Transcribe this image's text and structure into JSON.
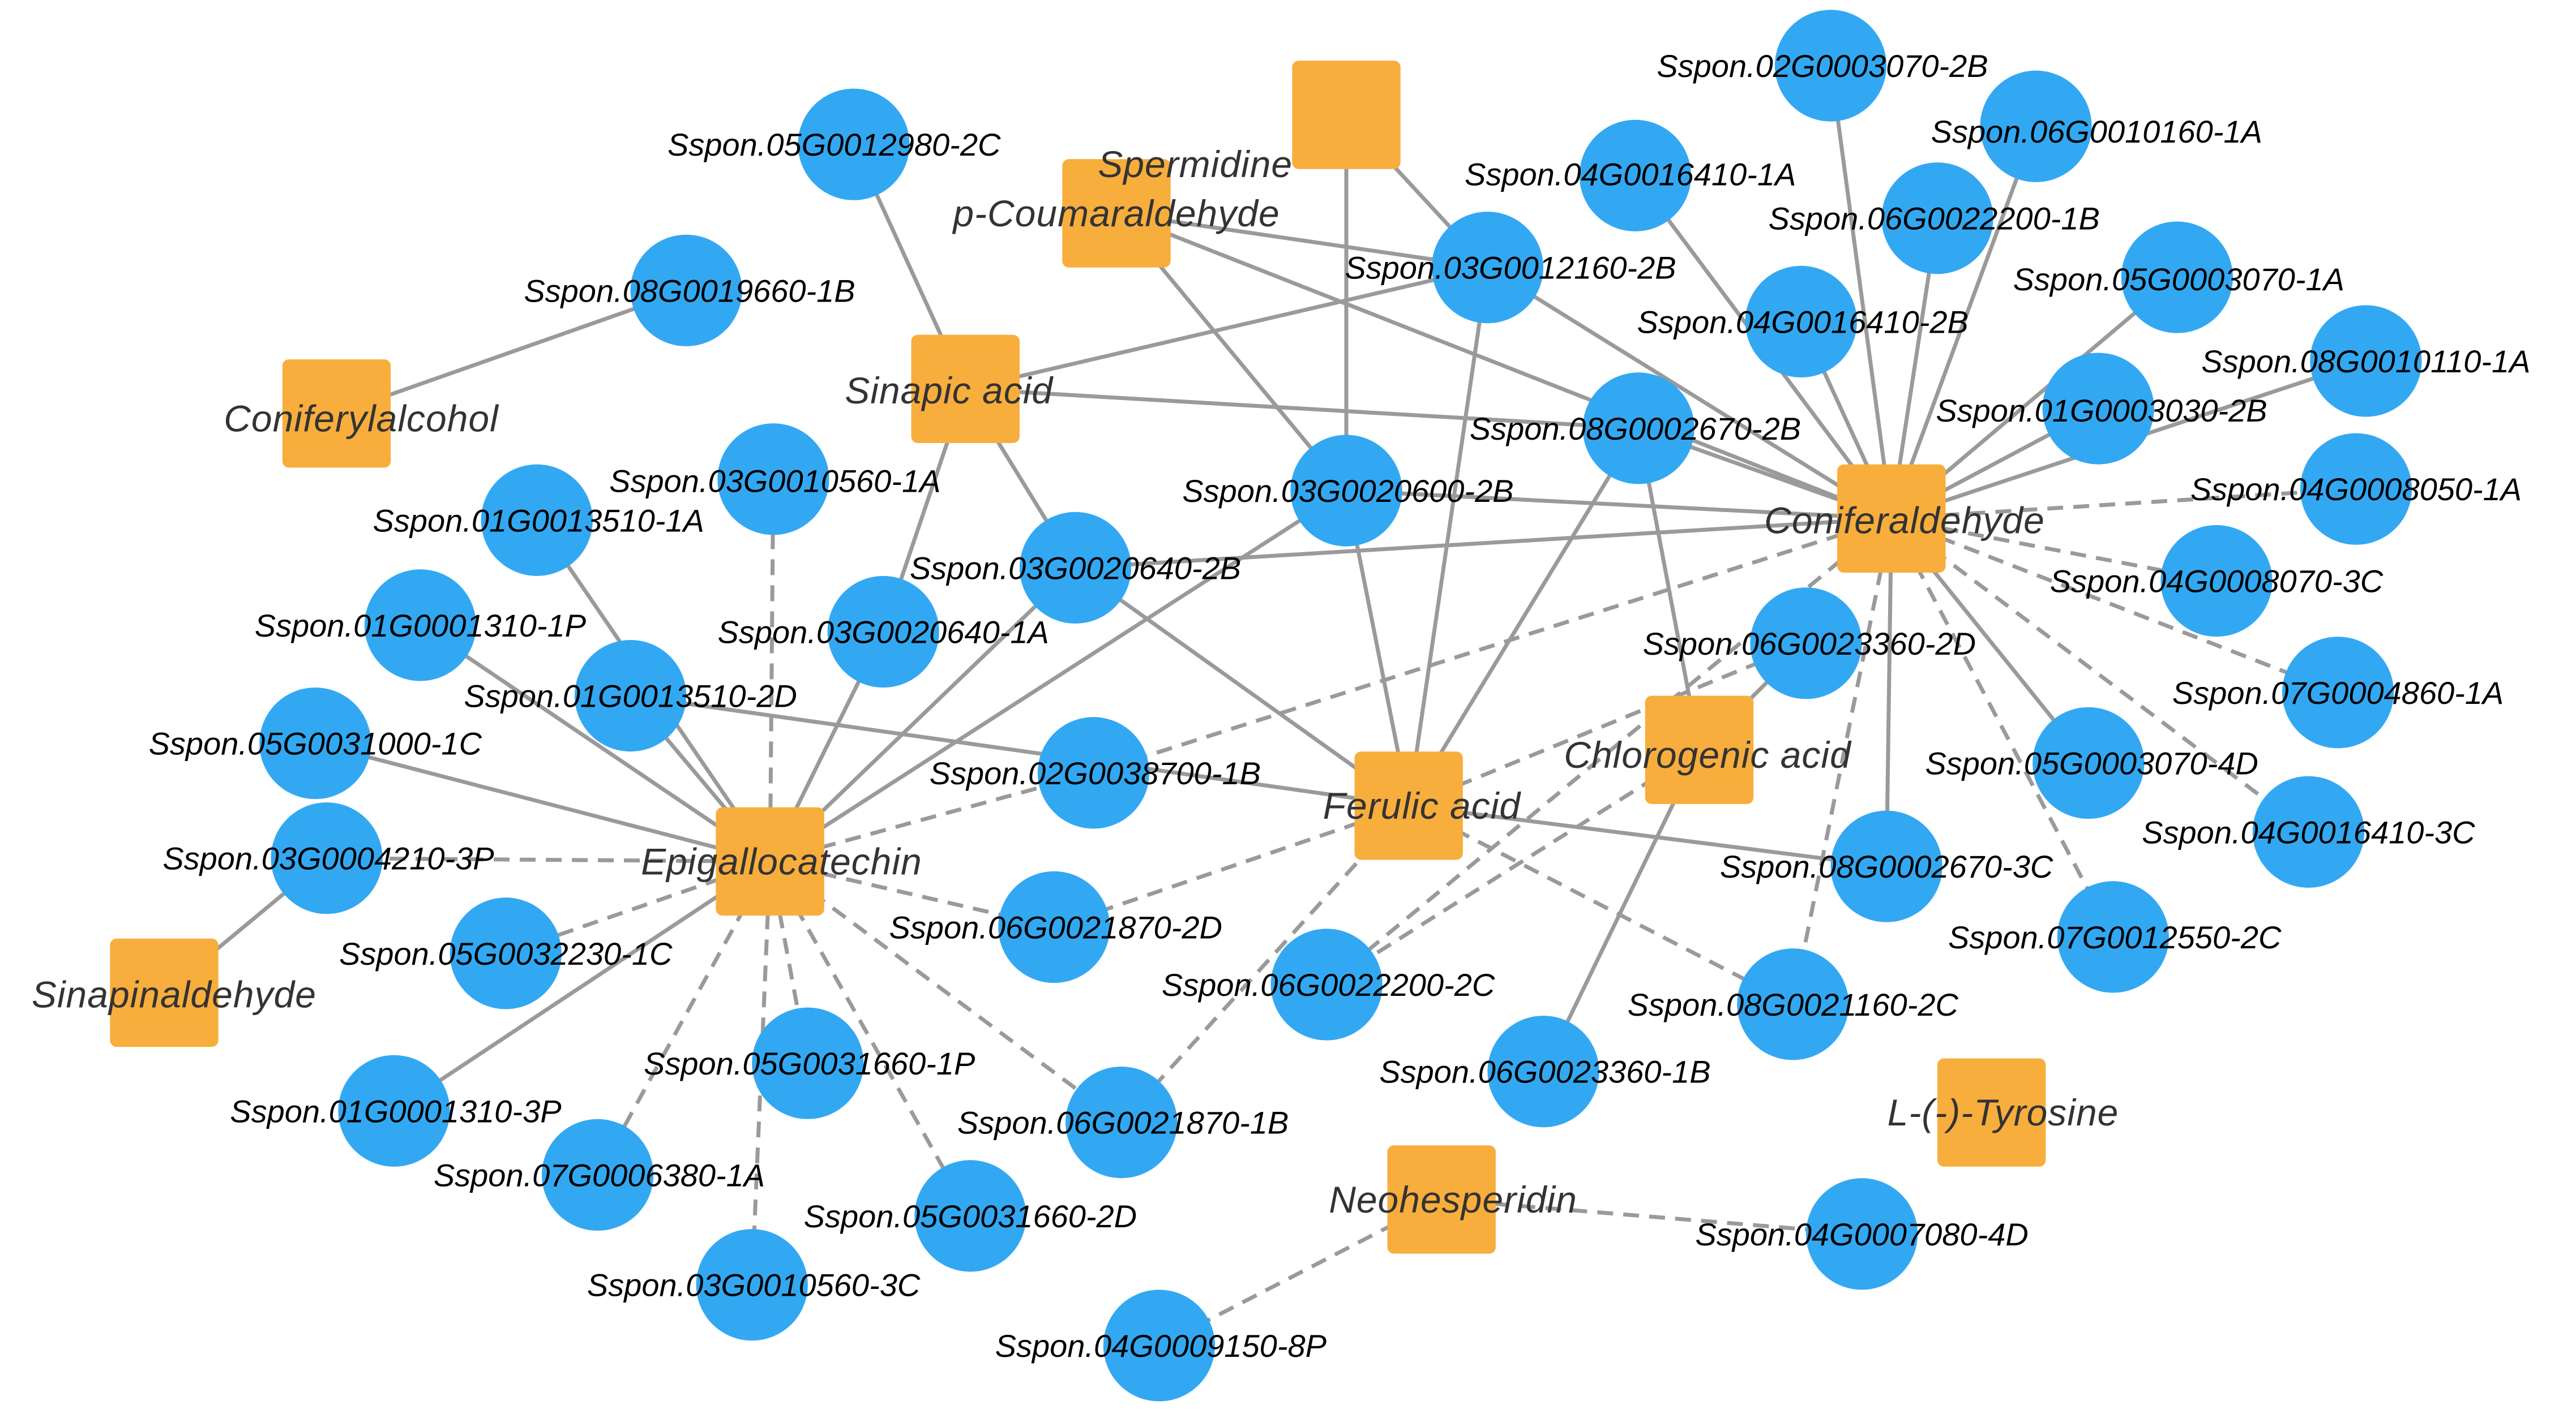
{
  "colors": {
    "gene_node": "#33A8F2",
    "metabolite_node": "#F8AE3C",
    "edge": "#9A9A9A",
    "gene_label": "#000000",
    "metabolite_label": "#333333"
  },
  "metabolites": [
    {
      "id": "spermidine",
      "label": "Spermidine"
    },
    {
      "id": "p-coumaraldehyde",
      "label": "p-Coumaraldehyde"
    },
    {
      "id": "coniferylalcohol",
      "label": "Coniferylalcohol"
    },
    {
      "id": "sinapic-acid",
      "label": "Sinapic acid"
    },
    {
      "id": "coniferaldehyde",
      "label": "Coniferaldehyde"
    },
    {
      "id": "chlorogenic-acid",
      "label": "Chlorogenic acid"
    },
    {
      "id": "ferulic-acid",
      "label": "Ferulic acid"
    },
    {
      "id": "epigallocatechin",
      "label": "Epigallocatechin"
    },
    {
      "id": "sinapinaldehyde",
      "label": "Sinapinaldehyde"
    },
    {
      "id": "l-tyrosine",
      "label": "L-(-)-Tyrosine"
    },
    {
      "id": "neohesperidin",
      "label": "Neohesperidin"
    }
  ],
  "genes": [
    {
      "id": "g1",
      "label": "Sspon.02G0003070-2B"
    },
    {
      "id": "g2",
      "label": "Sspon.06G0010160-1A"
    },
    {
      "id": "g3",
      "label": "Sspon.05G0012980-2C"
    },
    {
      "id": "g4",
      "label": "Sspon.04G0016410-1A"
    },
    {
      "id": "g5",
      "label": "Sspon.06G0022200-1B"
    },
    {
      "id": "g6",
      "label": "Sspon.03G0012160-2B"
    },
    {
      "id": "g7",
      "label": "Sspon.05G0003070-1A"
    },
    {
      "id": "g8",
      "label": "Sspon.08G0019660-1B"
    },
    {
      "id": "g9",
      "label": "Sspon.04G0016410-2B"
    },
    {
      "id": "g10",
      "label": "Sspon.08G0010110-1A"
    },
    {
      "id": "g11",
      "label": "Sspon.01G0003030-2B"
    },
    {
      "id": "g12",
      "label": "Sspon.08G0002670-2B"
    },
    {
      "id": "g13",
      "label": "Sspon.03G0010560-1A"
    },
    {
      "id": "g14",
      "label": "Sspon.04G0008050-1A"
    },
    {
      "id": "g15",
      "label": "Sspon.03G0020600-2B"
    },
    {
      "id": "g16",
      "label": "Sspon.01G0013510-1A"
    },
    {
      "id": "g17",
      "label": "Sspon.03G0020640-2B"
    },
    {
      "id": "g18",
      "label": "Sspon.04G0008070-3C"
    },
    {
      "id": "g19",
      "label": "Sspon.01G0001310-1P"
    },
    {
      "id": "g20",
      "label": "Sspon.03G0020640-1A"
    },
    {
      "id": "g21",
      "label": "Sspon.06G0023360-2D"
    },
    {
      "id": "g22",
      "label": "Sspon.01G0013510-2D"
    },
    {
      "id": "g23",
      "label": "Sspon.07G0004860-1A"
    },
    {
      "id": "g24",
      "label": "Sspon.05G0031000-1C"
    },
    {
      "id": "g25",
      "label": "Sspon.02G0038700-1B"
    },
    {
      "id": "g26",
      "label": "Sspon.05G0003070-4D"
    },
    {
      "id": "g27",
      "label": "Sspon.04G0016410-3C"
    },
    {
      "id": "g28",
      "label": "Sspon.03G0004210-3P"
    },
    {
      "id": "g29",
      "label": "Sspon.08G0002670-3C"
    },
    {
      "id": "g30",
      "label": "Sspon.06G0021870-2D"
    },
    {
      "id": "g31",
      "label": "Sspon.07G0012550-2C"
    },
    {
      "id": "g32",
      "label": "Sspon.05G0032230-1C"
    },
    {
      "id": "g33",
      "label": "Sspon.06G0022200-2C"
    },
    {
      "id": "g34",
      "label": "Sspon.08G0021160-2C"
    },
    {
      "id": "g35",
      "label": "Sspon.05G0031660-1P"
    },
    {
      "id": "g36",
      "label": "Sspon.06G0023360-1B"
    },
    {
      "id": "g37",
      "label": "Sspon.06G0021870-1B"
    },
    {
      "id": "g38",
      "label": "Sspon.01G0001310-3P"
    },
    {
      "id": "g39",
      "label": "Sspon.07G0006380-1A"
    },
    {
      "id": "g40",
      "label": "Sspon.05G0031660-2D"
    },
    {
      "id": "g41",
      "label": "Sspon.04G0007080-4D"
    },
    {
      "id": "g42",
      "label": "Sspon.03G0010560-3C"
    },
    {
      "id": "g43",
      "label": "Sspon.04G0009150-8P"
    }
  ],
  "edges": [
    {
      "from": "coniferylalcohol",
      "to": "g8",
      "style": "solid"
    },
    {
      "from": "sinapic-acid",
      "to": "g3",
      "style": "solid"
    },
    {
      "from": "sinapic-acid",
      "to": "g6",
      "style": "solid"
    },
    {
      "from": "sinapic-acid",
      "to": "g12",
      "style": "solid"
    },
    {
      "from": "sinapic-acid",
      "to": "g17",
      "style": "solid"
    },
    {
      "from": "sinapic-acid",
      "to": "g20",
      "style": "solid"
    },
    {
      "from": "spermidine",
      "to": "g15",
      "style": "solid"
    },
    {
      "from": "spermidine",
      "to": "g6",
      "style": "solid"
    },
    {
      "from": "p-coumaraldehyde",
      "to": "g6",
      "style": "solid"
    },
    {
      "from": "p-coumaraldehyde",
      "to": "g15",
      "style": "solid"
    },
    {
      "from": "p-coumaraldehyde",
      "to": "coniferaldehyde",
      "style": "solid"
    },
    {
      "from": "coniferaldehyde",
      "to": "g1",
      "style": "solid"
    },
    {
      "from": "coniferaldehyde",
      "to": "g2",
      "style": "solid"
    },
    {
      "from": "coniferaldehyde",
      "to": "g4",
      "style": "solid"
    },
    {
      "from": "coniferaldehyde",
      "to": "g5",
      "style": "solid"
    },
    {
      "from": "coniferaldehyde",
      "to": "g6",
      "style": "solid"
    },
    {
      "from": "coniferaldehyde",
      "to": "g7",
      "style": "solid"
    },
    {
      "from": "coniferaldehyde",
      "to": "g9",
      "style": "solid"
    },
    {
      "from": "coniferaldehyde",
      "to": "g10",
      "style": "solid"
    },
    {
      "from": "coniferaldehyde",
      "to": "g11",
      "style": "solid"
    },
    {
      "from": "coniferaldehyde",
      "to": "g12",
      "style": "solid"
    },
    {
      "from": "coniferaldehyde",
      "to": "g14",
      "style": "dashed"
    },
    {
      "from": "coniferaldehyde",
      "to": "g15",
      "style": "solid"
    },
    {
      "from": "coniferaldehyde",
      "to": "g17",
      "style": "solid"
    },
    {
      "from": "coniferaldehyde",
      "to": "g18",
      "style": "dashed"
    },
    {
      "from": "coniferaldehyde",
      "to": "g23",
      "style": "dashed"
    },
    {
      "from": "coniferaldehyde",
      "to": "g26",
      "style": "solid"
    },
    {
      "from": "coniferaldehyde",
      "to": "g27",
      "style": "dashed"
    },
    {
      "from": "coniferaldehyde",
      "to": "g29",
      "style": "solid"
    },
    {
      "from": "coniferaldehyde",
      "to": "g31",
      "style": "dashed"
    },
    {
      "from": "coniferaldehyde",
      "to": "g34",
      "style": "dashed"
    },
    {
      "from": "coniferaldehyde",
      "to": "g25",
      "style": "dashed"
    },
    {
      "from": "chlorogenic-acid",
      "to": "g12",
      "style": "solid"
    },
    {
      "from": "chlorogenic-acid",
      "to": "g21",
      "style": "solid"
    },
    {
      "from": "chlorogenic-acid",
      "to": "g33",
      "style": "dashed"
    },
    {
      "from": "chlorogenic-acid",
      "to": "g36",
      "style": "solid"
    },
    {
      "from": "ferulic-acid",
      "to": "g6",
      "style": "solid"
    },
    {
      "from": "ferulic-acid",
      "to": "g12",
      "style": "solid"
    },
    {
      "from": "ferulic-acid",
      "to": "g15",
      "style": "solid"
    },
    {
      "from": "ferulic-acid",
      "to": "g17",
      "style": "solid"
    },
    {
      "from": "ferulic-acid",
      "to": "g22",
      "style": "solid"
    },
    {
      "from": "ferulic-acid",
      "to": "g29",
      "style": "solid"
    },
    {
      "from": "ferulic-acid",
      "to": "g30",
      "style": "dashed"
    },
    {
      "from": "ferulic-acid",
      "to": "g34",
      "style": "dashed"
    },
    {
      "from": "ferulic-acid",
      "to": "g37",
      "style": "dashed"
    },
    {
      "from": "ferulic-acid",
      "to": "g21",
      "style": "dashed"
    },
    {
      "from": "epigallocatechin",
      "to": "g13",
      "style": "dashed"
    },
    {
      "from": "epigallocatechin",
      "to": "g15",
      "style": "solid"
    },
    {
      "from": "epigallocatechin",
      "to": "g16",
      "style": "solid"
    },
    {
      "from": "epigallocatechin",
      "to": "g17",
      "style": "solid"
    },
    {
      "from": "epigallocatechin",
      "to": "g19",
      "style": "solid"
    },
    {
      "from": "epigallocatechin",
      "to": "g20",
      "style": "solid"
    },
    {
      "from": "epigallocatechin",
      "to": "g22",
      "style": "solid"
    },
    {
      "from": "epigallocatechin",
      "to": "g24",
      "style": "solid"
    },
    {
      "from": "epigallocatechin",
      "to": "g25",
      "style": "dashed"
    },
    {
      "from": "epigallocatechin",
      "to": "g28",
      "style": "dashed"
    },
    {
      "from": "epigallocatechin",
      "to": "g30",
      "style": "dashed"
    },
    {
      "from": "epigallocatechin",
      "to": "g32",
      "style": "dashed"
    },
    {
      "from": "epigallocatechin",
      "to": "g35",
      "style": "dashed"
    },
    {
      "from": "epigallocatechin",
      "to": "g37",
      "style": "dashed"
    },
    {
      "from": "epigallocatechin",
      "to": "g38",
      "style": "solid"
    },
    {
      "from": "epigallocatechin",
      "to": "g39",
      "style": "dashed"
    },
    {
      "from": "epigallocatechin",
      "to": "g40",
      "style": "dashed"
    },
    {
      "from": "epigallocatechin",
      "to": "g42",
      "style": "dashed"
    },
    {
      "from": "sinapinaldehyde",
      "to": "g28",
      "style": "solid"
    },
    {
      "from": "neohesperidin",
      "to": "g41",
      "style": "dashed"
    },
    {
      "from": "neohesperidin",
      "to": "g43",
      "style": "dashed"
    },
    {
      "from": "g33",
      "to": "coniferaldehyde",
      "style": "dashed"
    }
  ]
}
